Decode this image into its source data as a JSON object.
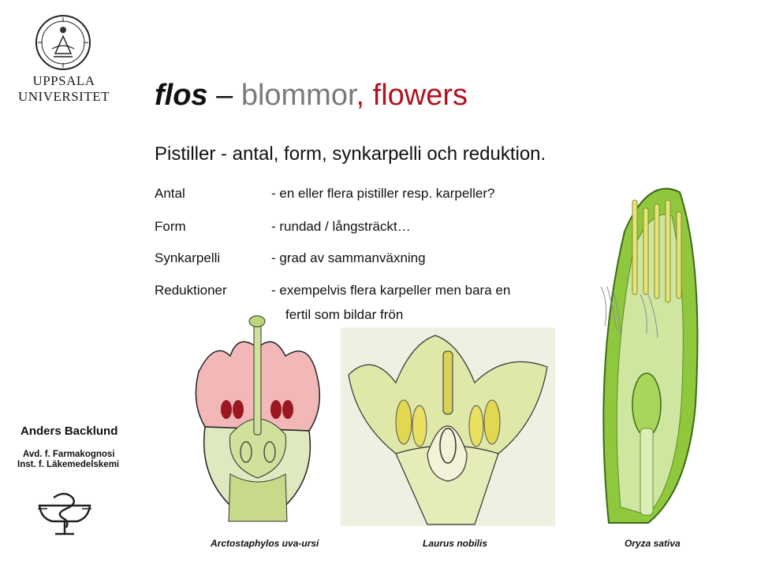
{
  "logo": {
    "university_line1": "UPPSALA",
    "university_line2": "UNIVERSITET"
  },
  "title": {
    "part1": "flos",
    "dash": " – ",
    "part2": "blommor",
    "comma": ", ",
    "part3": "flowers"
  },
  "subtitle": "Pistiller - antal, form, synkarpelli och reduktion.",
  "rows": [
    {
      "label": "Antal",
      "desc": "- en eller flera pistiller resp. karpeller?"
    },
    {
      "label": "Form",
      "desc": "- rundad / långsträckt…"
    },
    {
      "label": "Synkarpelli",
      "desc": "- grad av sammanväxning"
    },
    {
      "label": "Reduktioner",
      "desc": "- exempelvis flera karpeller men bara en"
    }
  ],
  "row_continuation": "fertil som bildar frön",
  "sidebar": {
    "author": "Anders Backlund",
    "dept1": "Avd. f. Farmakognosi",
    "dept2": "Inst. f. Läkemedelskemi"
  },
  "captions": [
    "Arctostaphylos uva-ursi",
    "Laurus nobilis",
    "Oryza sativa"
  ],
  "colors": {
    "title_red": "#b3121f",
    "title_gray": "#7a7a7a"
  }
}
